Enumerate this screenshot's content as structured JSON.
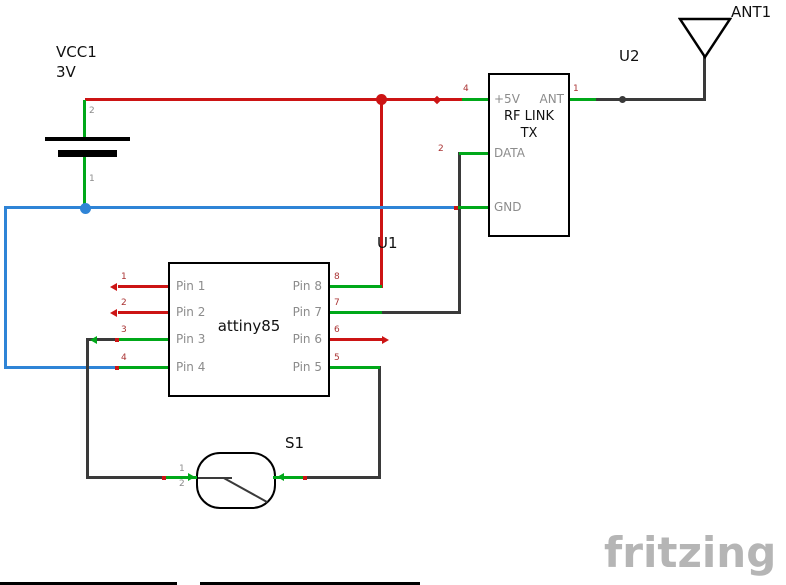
{
  "colors": {
    "wire_red": "#cc1414",
    "wire_green": "#00a819",
    "wire_blue": "#2f84d6",
    "wire_black": "#3a3a3a",
    "pin_text": "#8c8c8c",
    "pin_number": "#aa3333",
    "watermark": "#b5b5b5"
  },
  "battery": {
    "ref": "VCC1",
    "voltage": "3V",
    "pin_top_number": "2",
    "pin_bottom_number": "1"
  },
  "mcu": {
    "ref": "U1",
    "name": "attiny85",
    "left_pins": [
      {
        "number": "1",
        "label": "Pin 1"
      },
      {
        "number": "2",
        "label": "Pin 2"
      },
      {
        "number": "3",
        "label": "Pin 3"
      },
      {
        "number": "4",
        "label": "Pin 4"
      }
    ],
    "right_pins": [
      {
        "number": "8",
        "label": "Pin 8"
      },
      {
        "number": "7",
        "label": "Pin 7"
      },
      {
        "number": "6",
        "label": "Pin 6"
      },
      {
        "number": "5",
        "label": "Pin 5"
      }
    ]
  },
  "rf_module": {
    "ref": "U2",
    "title_line1": "RF LINK",
    "title_line2": "TX",
    "pin_5v": {
      "number": "4",
      "label": "+5V"
    },
    "pin_data": {
      "number": "2",
      "label": "DATA"
    },
    "pin_gnd": {
      "label": "GND"
    },
    "pin_ant": {
      "number": "1",
      "label": "ANT"
    }
  },
  "antenna": {
    "ref": "ANT1"
  },
  "switch": {
    "ref": "S1",
    "pin_numbers": [
      "1",
      "2"
    ]
  },
  "watermark": "fritzing"
}
